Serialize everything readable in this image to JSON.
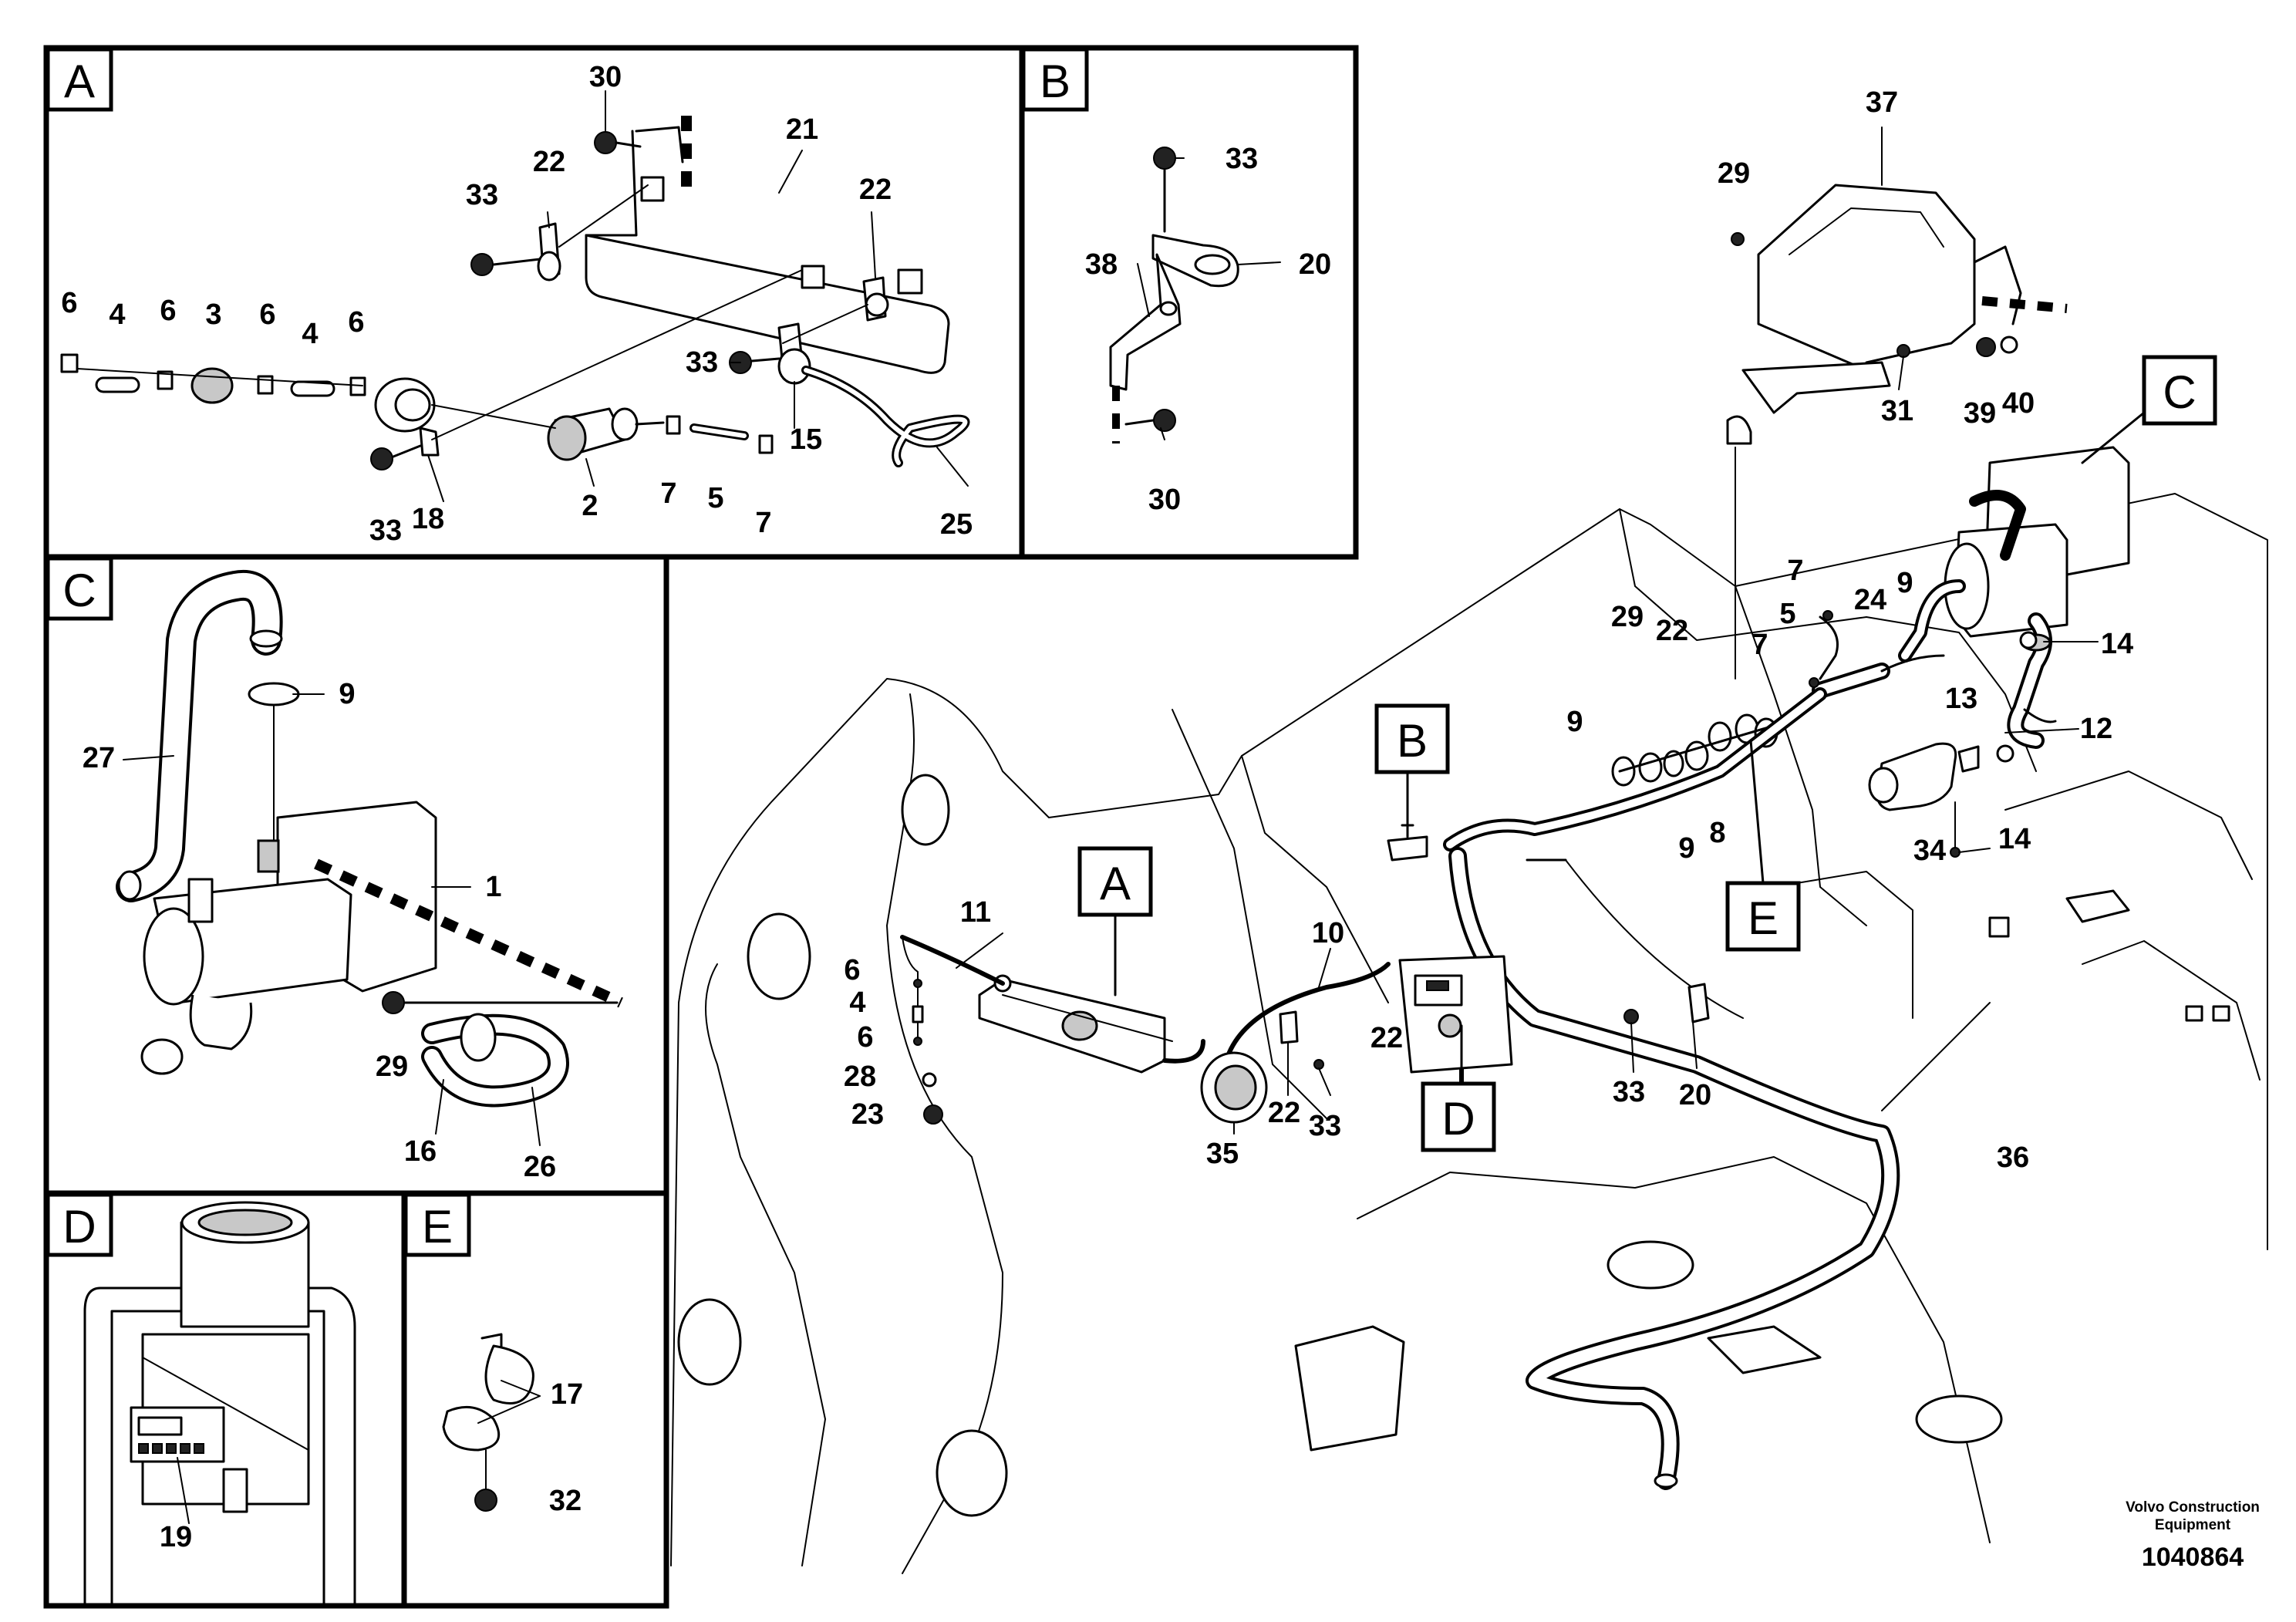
{
  "detail_boxes": {
    "A": "A",
    "B": "B",
    "C": "C",
    "D": "D",
    "E": "E"
  },
  "callouts": {
    "a_30": "30",
    "a_21": "21",
    "a_22_left": "22",
    "a_22_right": "22",
    "a_33_top": "33",
    "a_6_1": "6",
    "a_4_1": "4",
    "a_6_2": "6",
    "a_3": "3",
    "a_6_3": "6",
    "a_4_2": "4",
    "a_6_4": "6",
    "a_33_mid": "33",
    "a_15": "15",
    "a_33_bot": "33",
    "a_18": "18",
    "a_2": "2",
    "a_7_1": "7",
    "a_5": "5",
    "a_7_2": "7",
    "a_25": "25",
    "b_33": "33",
    "b_38": "38",
    "b_20": "20",
    "b_30": "30",
    "c_9": "9",
    "c_27": "27",
    "c_1": "1",
    "c_29": "29",
    "c_16": "16",
    "c_26": "26",
    "d_19": "19",
    "e_17": "17",
    "e_32": "32",
    "m_37": "37",
    "m_29_top": "29",
    "m_31": "31",
    "m_39": "39",
    "m_40": "40",
    "m_7_a": "7",
    "m_5": "5",
    "m_7_b": "7",
    "m_24": "24",
    "m_9_a": "9",
    "m_14_a": "14",
    "m_29_mid": "29",
    "m_22_mid": "22",
    "m_9_b": "9",
    "m_13": "13",
    "m_12": "12",
    "m_9_c": "9",
    "m_8": "8",
    "m_34": "34",
    "m_14_b": "14",
    "m_11": "11",
    "m_6_a": "6",
    "m_4": "4",
    "m_6_b": "6",
    "m_28": "28",
    "m_23": "23",
    "m_10": "10",
    "m_22_b": "22",
    "m_22_c": "22",
    "m_33_b": "33",
    "m_35": "35",
    "m_33_c": "33",
    "m_20": "20",
    "m_36": "36"
  },
  "footer": {
    "brand_line1": "Volvo Construction",
    "brand_line2": "Equipment",
    "drawing_number": "1040864"
  }
}
